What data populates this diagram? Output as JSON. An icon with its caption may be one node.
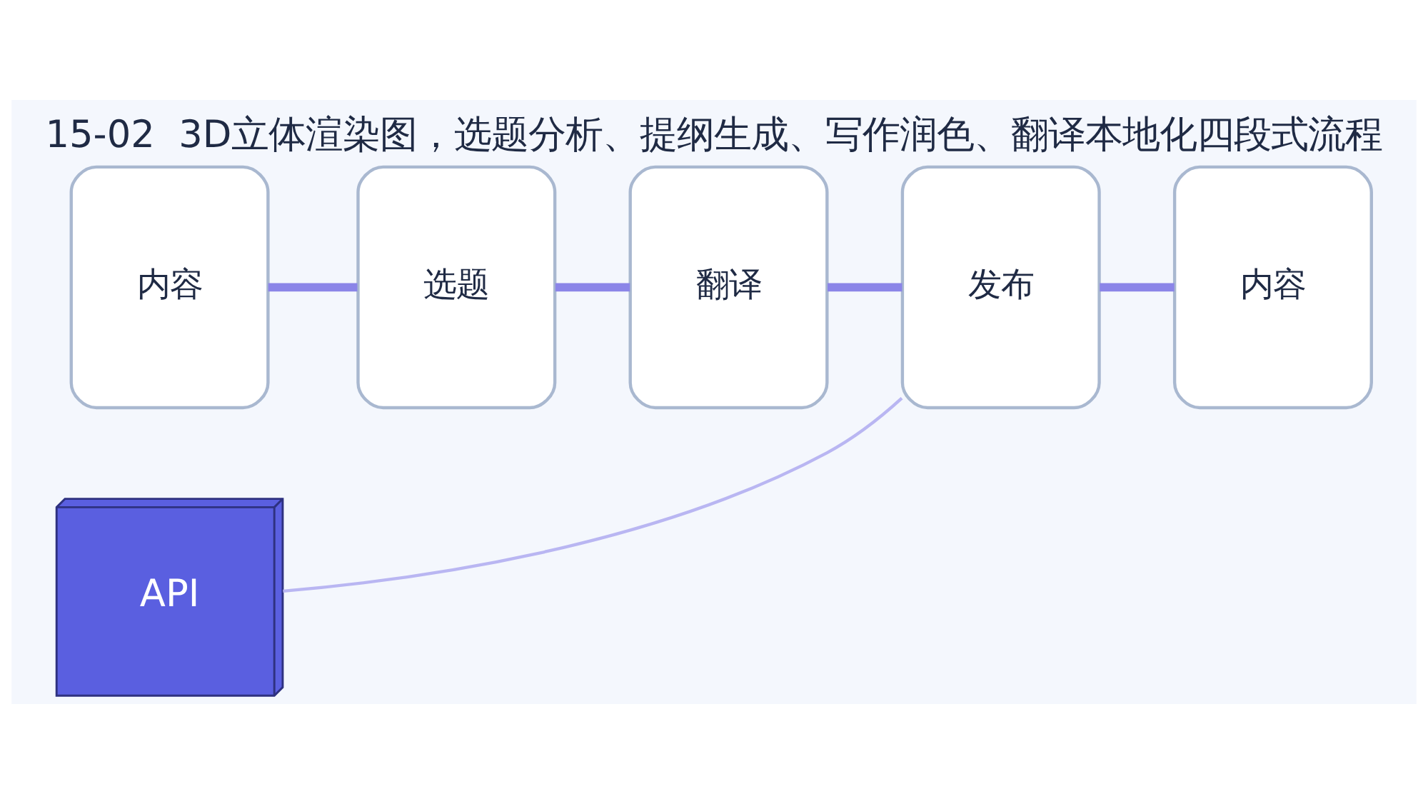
{
  "diagram": {
    "title": "15-02  3D立体渲染图，选题分析、提纲生成、写作润色、翻译本地化四段式流程",
    "nodes": [
      {
        "text": [
          "内容"
        ]
      },
      {
        "text": [
          "选题"
        ]
      },
      {
        "text": [
          "翻译"
        ]
      },
      {
        "text": [
          "发布"
        ]
      },
      {
        "text": [
          "内容"
        ]
      },
      {
        "text": [
          "API"
        ]
      }
    ],
    "edges": [
      {
        "from": 0,
        "to": 1,
        "arrow": "none"
      },
      {
        "from": 1,
        "to": 2,
        "arrow": "none"
      },
      {
        "from": 2,
        "to": 3,
        "arrow": "none"
      },
      {
        "from": 3,
        "to": 4,
        "arrow": "none"
      },
      {
        "from": 5,
        "to": 3,
        "arrow": "none",
        "color": "#b9b6f2"
      }
    ]
  }
}
